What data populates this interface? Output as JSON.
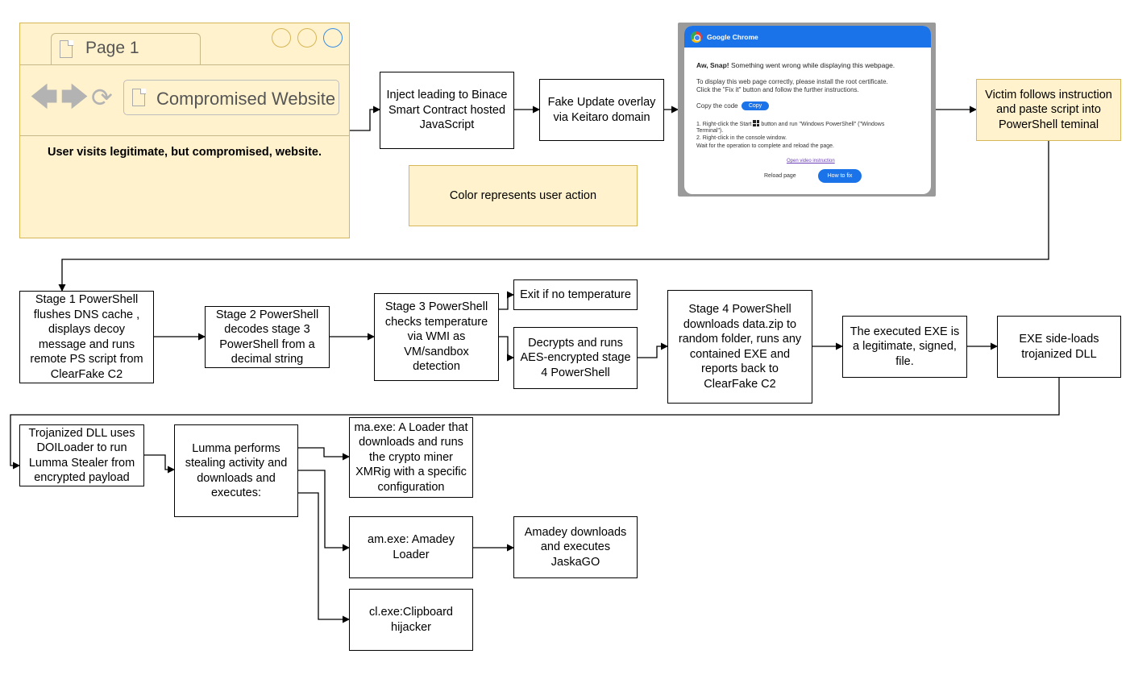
{
  "browser": {
    "tab_label": "Page 1",
    "url_text": "Compromised Website",
    "caption": "User visits legitimate, but compromised, website."
  },
  "chrome_dialog": {
    "title": "Google Chrome",
    "heading_bold": "Aw, Snap!",
    "heading_rest": " Something went wrong while displaying this webpage.",
    "para1": "To display this web page correctly, please install the root certificate.",
    "para2": "Click the \"Fix it\" button and follow the further instructions.",
    "copy_label": "Copy the code",
    "copy_button": "Copy",
    "step1a": "1. Right-click the Start",
    "step1b": "button and run \"Windows PowerShell\" (\"Windows",
    "step1c": "Terminal\").",
    "step2": "2. Right-click in the console window.",
    "step3": "Wait for the operation to complete and reload the page.",
    "video_link": "Open video instruction",
    "reload_label": "Reload page",
    "howto_button": "How to fix"
  },
  "nodes": {
    "inject": "Inject leading to Binace\nSmart Contract hosted\nJavaScript",
    "fake_update": "Fake Update overlay\nvia Keitaro domain",
    "legend": "Color represents user action",
    "victim": "Victim follows instruction\nand paste script into\nPowerShell teminal",
    "stage1": "Stage 1 PowerShell\nflushes DNS cache ,\ndisplays decoy\nmessage and runs\nremote PS script from\nClearFake C2",
    "stage2": "Stage 2 PowerShell\ndecodes stage 3\nPowerShell from a\ndecimal string",
    "stage3": "Stage 3 PowerShell\nchecks temperature\nvia WMI as\nVM/sandbox\ndetection",
    "exit": "Exit if no temperature",
    "decrypts": "Decrypts and runs\nAES-encrypted stage\n4 PowerShell",
    "stage4": "Stage 4 PowerShell\ndownloads data.zip to\nrandom folder, runs any\ncontained EXE and\nreports back to\nClearFake C2",
    "exe_legit": "The executed EXE is\na legitimate, signed,\nfile.",
    "sideload": "EXE side-loads\ntrojanized DLL",
    "trojanized": "Trojanized DLL uses\nDOILoader to run\nLumma Stealer from\nencrypted payload",
    "lumma": "Lumma performs\nstealing activity and\ndownloads and\nexecutes:",
    "ma": "ma.exe: A Loader that\ndownloads and runs\nthe crypto miner\nXMRig with a specific\nconfiguration",
    "am": "am.exe: Amadey\nLoader",
    "amadey": "Amadey downloads\nand executes\nJaskaGO",
    "cl": "cl.exe:Clipboard\nhijacker"
  },
  "colors": {
    "user_action_fill": "#fff2cc",
    "user_action_border": "#d6b656",
    "chrome_blue": "#1a73e8"
  }
}
